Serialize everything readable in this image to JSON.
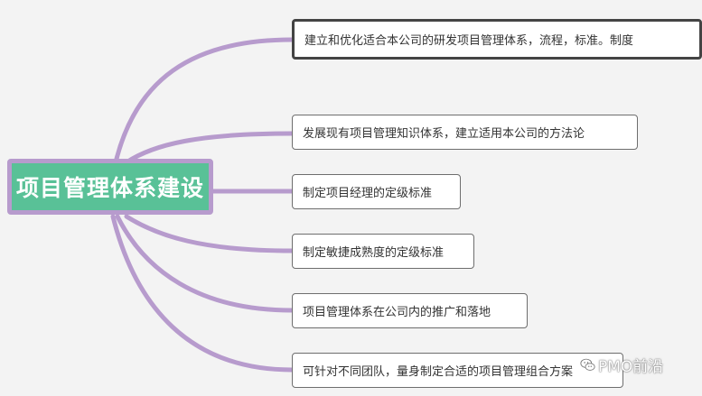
{
  "root": {
    "label": "项目管理体系建设"
  },
  "branches": [
    {
      "label": "建立和优化适合本公司的研发项目管理体系，流程，标准。制度",
      "selected": true
    },
    {
      "label": "发展现有项目管理知识体系，建立适用本公司的方法论"
    },
    {
      "label": "制定项目经理的定级标准"
    },
    {
      "label": "制定敏捷成熟度的定级标准"
    },
    {
      "label": "项目管理体系在公司内的推广和落地"
    },
    {
      "label": "可针对不同团队，量身制定合适的项目管理组合方案"
    }
  ],
  "watermark": {
    "text": "PMO前沿",
    "icon": "wechat-icon"
  },
  "colors": {
    "edge": "#b79bcd",
    "root_fill": "#59c197",
    "root_border": "#b79bcd"
  }
}
